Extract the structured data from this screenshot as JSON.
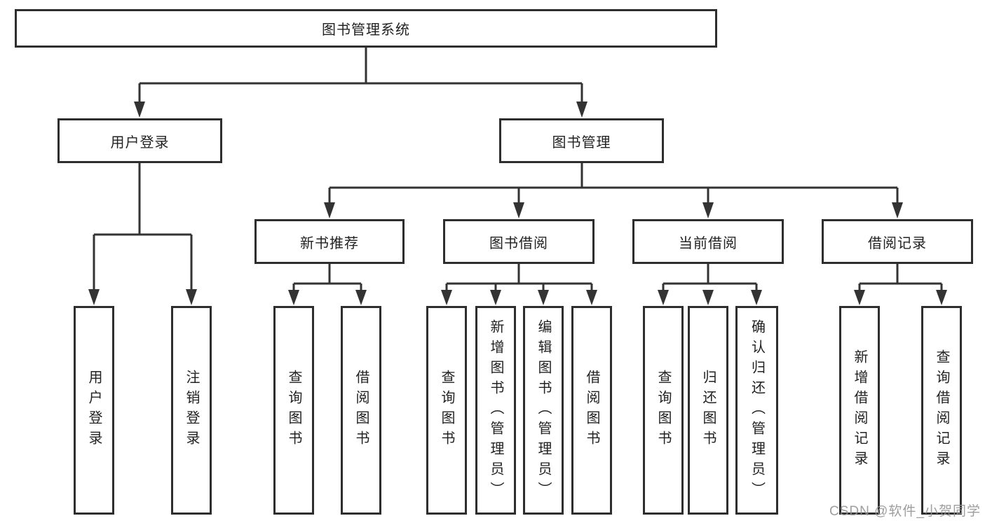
{
  "diagram": {
    "root": {
      "label": "图书管理系统"
    },
    "branches": [
      {
        "label": "用户登录",
        "children": [
          {
            "label": "用户登录"
          },
          {
            "label": "注销登录"
          }
        ]
      },
      {
        "label": "图书管理",
        "children": [
          {
            "label": "新书推荐",
            "children": [
              {
                "label": "查询图书"
              },
              {
                "label": "借阅图书"
              }
            ]
          },
          {
            "label": "图书借阅",
            "children": [
              {
                "label": "查询图书"
              },
              {
                "label": "新增图书（管理员）"
              },
              {
                "label": "编辑图书（管理员）"
              },
              {
                "label": "借阅图书"
              }
            ]
          },
          {
            "label": "当前借阅",
            "children": [
              {
                "label": "查询图书"
              },
              {
                "label": "归还图书"
              },
              {
                "label": "确认归还（管理员）"
              }
            ]
          },
          {
            "label": "借阅记录",
            "children": [
              {
                "label": "新增借阅记录"
              },
              {
                "label": "查询借阅记录"
              }
            ]
          }
        ]
      }
    ]
  },
  "watermark": "CSDN @软件_小贺同学",
  "colors": {
    "line": "#333333",
    "border": "#2e2e2e",
    "text": "#222222",
    "watermark": "#949494",
    "background": "#ffffff"
  }
}
